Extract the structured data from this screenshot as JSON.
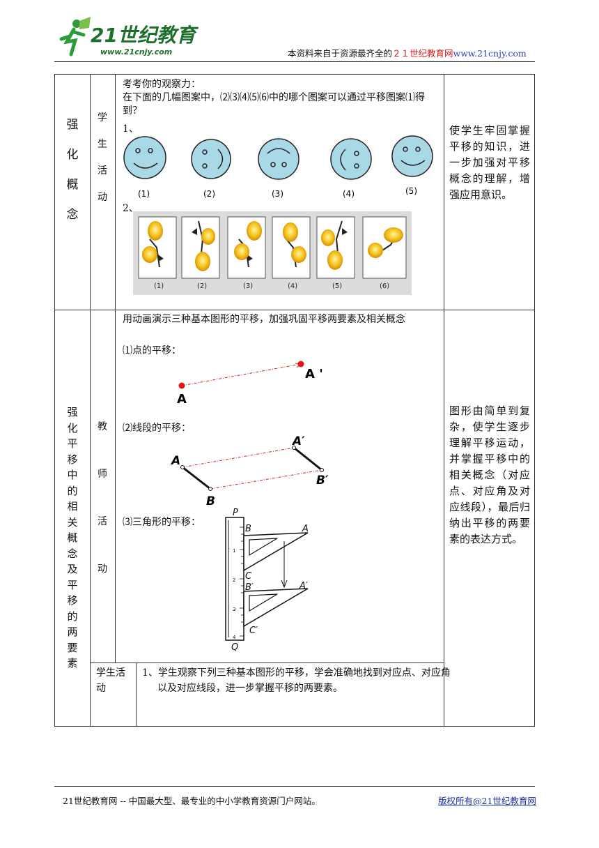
{
  "header": {
    "logo_text": "21世纪教育",
    "logo_url": "www.21cnjy.com",
    "note_prefix": "本资料来自于资源最齐全的",
    "note_brand": "２１世纪教育网",
    "note_url": "www.21cnjy.com"
  },
  "row1": {
    "section": [
      "强",
      "化",
      "概",
      "念"
    ],
    "activity": [
      "学",
      "生",
      "活",
      "动"
    ],
    "heading": "考考你的观察力：",
    "question": "在下面的几幅图案中，⑵⑶⑷⑸⑹中的哪个图案可以通过平移图案⑴得到？",
    "q1": "1、",
    "q2": "2、",
    "faces": [
      "(1)",
      "(2)",
      "(3)",
      "(4)",
      "(5)"
    ],
    "flowers": [
      "(1)",
      "(2)",
      "(3)",
      "(4)",
      "(5)",
      "(6)"
    ],
    "note": "使学生牢固掌握平移的知识，进一步加强对平移概念的理解，增强应用意识。"
  },
  "row2": {
    "section": [
      "强",
      "化",
      "平",
      "移",
      "中",
      "的",
      "相",
      "关",
      "概",
      "念",
      "及",
      "平",
      "移",
      "的",
      "两",
      "要",
      "素"
    ],
    "activity": [
      "教",
      "师",
      "活",
      "动"
    ],
    "intro": "用动画演示三种基本图形的平移，加强巩固平移两要素及相关概念",
    "p1": "⑴点的平移：",
    "p2": "⑵线段的平移：",
    "p3": "⑶三角形的平移：",
    "labels": {
      "A": "A",
      "A2": "A '",
      "LA": "A",
      "LA2": "A′",
      "LB": "B",
      "LB2": "B′",
      "P": "P",
      "Q": "Q",
      "TB": "B",
      "TA": "A",
      "TC": "C",
      "TB2": "B′",
      "TA2": "A′",
      "TC2": "C′",
      "ticks": [
        "1",
        "2",
        "3",
        "4"
      ]
    },
    "student_label": "学生活动",
    "student_text": "1、学生观察下列三种基本图形的平移，学会准确地找到对应点、对应角以及对应线段，进一步掌握平移的两要素。",
    "note": "图形由简单到复杂，使学生逐步理解平移运动，并掌握平移中的相关概念（对应点、对应角及对应线段），最后归纳出平移的两要素的表达方式。"
  },
  "footer": {
    "left": "21世纪教育网 -- 中国最大型、最专业的中小学教育资源门户网站。",
    "right": "版权所有@21世纪教育网"
  }
}
